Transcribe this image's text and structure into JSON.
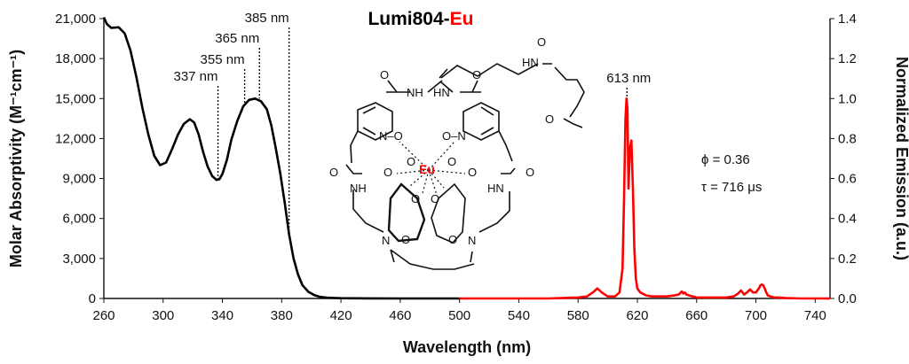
{
  "chart_data": {
    "type": "line",
    "title_prefix": "Lumi804-",
    "title_suffix": "Eu",
    "xlabel": "Wavelength (nm)",
    "ylabel_left": "Molar Absorptivity (M⁻¹cm⁻¹)",
    "ylabel_right": "Normalized Emission (a.u.)",
    "xlim": [
      260,
      750
    ],
    "ylim_left": [
      0,
      21000
    ],
    "ylim_right": [
      0,
      1.4
    ],
    "grid": false,
    "x_ticks": [
      "260",
      "300",
      "340",
      "380",
      "420",
      "460",
      "500",
      "540",
      "580",
      "620",
      "660",
      "700",
      "740"
    ],
    "y_left_ticks": [
      "0",
      "3,000",
      "6,000",
      "9,000",
      "12,000",
      "15,000",
      "18,000",
      "21,000"
    ],
    "y_right_ticks": [
      "0.0",
      "0.2",
      "0.4",
      "0.6",
      "0.8",
      "1.0",
      "1.2",
      "1.4"
    ],
    "colors": {
      "absorption": "#000000",
      "emission": "#ff0000",
      "eu": "#ff0000"
    },
    "series": [
      {
        "axis": "left",
        "x": [
          260,
          262,
          265,
          270,
          274,
          278,
          282,
          286,
          290,
          294,
          298,
          302,
          306,
          310,
          314,
          318,
          321,
          324,
          327,
          330,
          333,
          336,
          338,
          340,
          343,
          346,
          350,
          354,
          358,
          362,
          366,
          370,
          373,
          376,
          379,
          382,
          385,
          388,
          391,
          394,
          398,
          402,
          406,
          410,
          420,
          440,
          460,
          480,
          500
        ],
        "y": [
          21100,
          20600,
          20300,
          20350,
          19900,
          18600,
          16600,
          14300,
          12300,
          10700,
          10000,
          10200,
          11200,
          12300,
          13100,
          13450,
          13200,
          12300,
          11000,
          9900,
          9200,
          8900,
          8950,
          9350,
          10400,
          11900,
          13300,
          14400,
          14900,
          15000,
          14800,
          14200,
          13000,
          11300,
          9400,
          7200,
          4800,
          3000,
          1800,
          1000,
          500,
          250,
          120,
          60,
          20,
          5,
          0,
          0,
          0
        ]
      },
      {
        "axis": "right",
        "x": [
          500,
          520,
          540,
          560,
          580,
          586,
          590,
          593,
          596,
          600,
          605,
          608,
          610,
          611,
          612,
          612.7,
          613.3,
          614,
          615,
          616,
          617,
          618,
          619,
          620,
          622,
          626,
          630,
          640,
          645,
          648,
          650,
          651,
          652,
          653,
          655,
          660,
          670,
          680,
          685,
          688,
          690,
          692,
          694,
          696,
          698,
          700,
          702,
          703,
          704,
          705,
          706,
          707,
          708,
          710,
          712,
          715,
          720,
          730,
          740,
          750
        ],
        "y": [
          0,
          0,
          0,
          0,
          0.005,
          0.01,
          0.03,
          0.05,
          0.03,
          0.01,
          0.01,
          0.03,
          0.15,
          0.5,
          0.9,
          1.0,
          0.95,
          0.55,
          0.75,
          0.79,
          0.55,
          0.25,
          0.1,
          0.05,
          0.03,
          0.015,
          0.01,
          0.01,
          0.015,
          0.02,
          0.035,
          0.025,
          0.03,
          0.02,
          0.015,
          0.005,
          0.005,
          0.005,
          0.01,
          0.025,
          0.04,
          0.02,
          0.03,
          0.045,
          0.03,
          0.03,
          0.05,
          0.065,
          0.07,
          0.065,
          0.05,
          0.03,
          0.015,
          0.01,
          0.005,
          0.005,
          0.002,
          0,
          0,
          0
        ]
      }
    ],
    "annotations": {
      "absorption_peaks": [
        {
          "label": "337 nm",
          "x": 337,
          "y": 9000
        },
        {
          "label": "355 nm",
          "x": 355,
          "y": 14600
        },
        {
          "label": "365 nm",
          "x": 365,
          "y": 15000
        },
        {
          "label": "385 nm",
          "x": 385,
          "y": 5000
        }
      ],
      "emission_peak": {
        "label": "613 nm",
        "x": 613,
        "y": 1.0
      },
      "quantum_yield": "ϕ = 0.36",
      "lifetime": "τ = 716 μs"
    },
    "structure_labels": {
      "metal": "Eu",
      "nh": "NH",
      "hn": "HN",
      "n": "N",
      "o": "O",
      "n_o": "N–O",
      "o_n": "O–N"
    }
  }
}
